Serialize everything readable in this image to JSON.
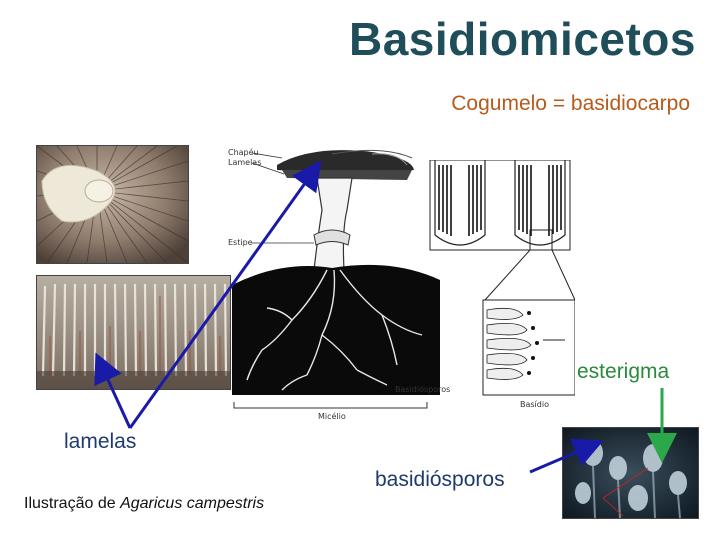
{
  "title": "Basidiomicetos",
  "subtitle": "Cogumelo = basidiocarpo",
  "labels": {
    "lamelas": "lamelas",
    "basidiosporos": "basidiósporos",
    "esterigma": "esterigma"
  },
  "caption": {
    "prefix": "Ilustração de ",
    "species": "Agaricus campestris"
  },
  "diagram_labels": {
    "chapeu": "Chapéu",
    "lamelas": "Lamelas",
    "estipe": "Estipe",
    "micelio": "Micélio",
    "basidiosporos": "Basidiósporos",
    "basidio": "Basídio"
  },
  "colors": {
    "title": "#1f4e5a",
    "subtitle": "#b85a1a",
    "arrow_blue": "#1a1aa8",
    "arrow_green": "#2aa84a"
  }
}
